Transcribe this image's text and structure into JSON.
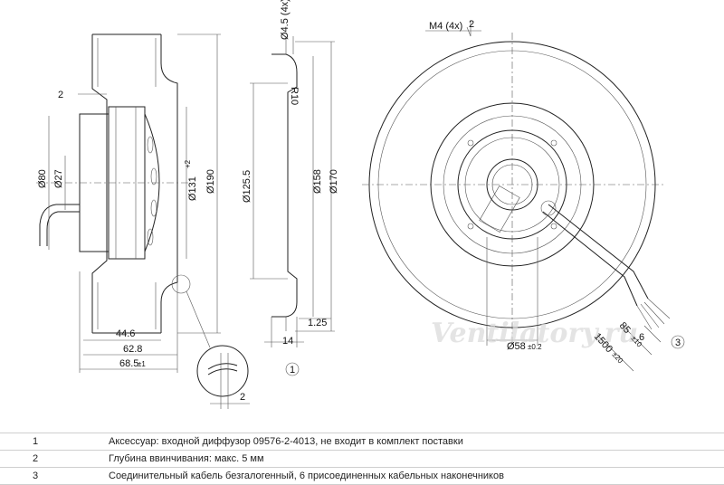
{
  "dimensions": {
    "d_hole": "Ø4.5 (4x)",
    "r10": "R10",
    "side_2": "2",
    "d80": "Ø80",
    "d27": "Ø27",
    "d131": "Ø131",
    "d131_tol": "+2",
    "d190": "Ø190",
    "d125": "Ø125.5",
    "d158": "Ø158",
    "d170": "Ø170",
    "l44": "44.6",
    "l62": "62.8",
    "l68": "68.5",
    "l68_tol": "±1",
    "l14": "14",
    "l125": "1.25",
    "detail_2": "2",
    "m4": "M4 (4x)",
    "m4_2": "2",
    "d58": "Ø58",
    "d58_tol": "±0.2",
    "cable_1500": "1500",
    "cable_1500_tol": "±20",
    "cable_85": "85",
    "cable_85_tol": "±10",
    "cable_6": "6"
  },
  "callouts": {
    "c1": "1",
    "c3": "3"
  },
  "watermark": "Ventilatory.ru",
  "notes": [
    {
      "num": "1",
      "text": "Аксессуар: входной диффузор 09576-2-4013, не входит в комплект поставки"
    },
    {
      "num": "2",
      "text": "Глубина ввинчивания: макс. 5 мм"
    },
    {
      "num": "3",
      "text": "Соединительный кабель безгалогенный, 6 присоединенных кабельных наконечников"
    }
  ]
}
